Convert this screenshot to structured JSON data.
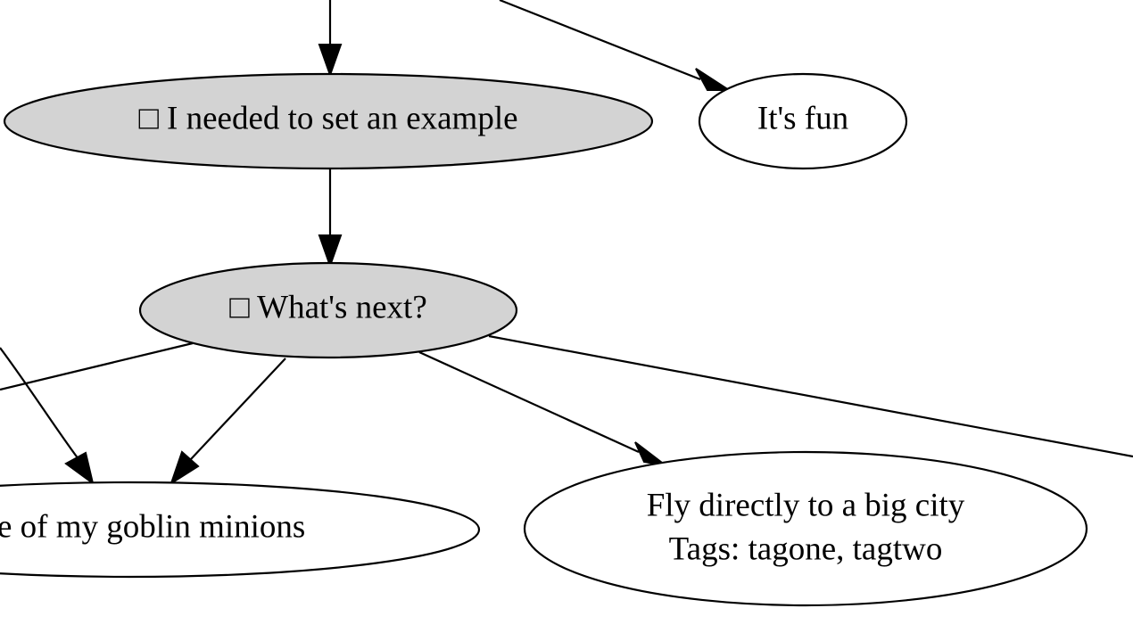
{
  "nodes": {
    "example": {
      "label": "□ I needed to set an example",
      "fill": "#d3d3d3"
    },
    "fun": {
      "label": "It's fun",
      "fill": "#ffffff"
    },
    "next": {
      "label": "□ What's next?",
      "fill": "#d3d3d3"
    },
    "goblin": {
      "label": "one of my goblin minions",
      "fill": "#ffffff"
    },
    "fly": {
      "line1": "Fly directly to a big city",
      "line2": "Tags: tagone, tagtwo",
      "fill": "#ffffff"
    }
  },
  "edges": [
    {
      "from": "offscreen-top",
      "to": "example"
    },
    {
      "from": "offscreen-top",
      "to": "fun"
    },
    {
      "from": "example",
      "to": "next"
    },
    {
      "from": "offscreen-left",
      "to": "goblin"
    },
    {
      "from": "next",
      "to": "goblin"
    },
    {
      "from": "next",
      "to": "fly"
    },
    {
      "from": "next",
      "to": "offscreen-left"
    },
    {
      "from": "next",
      "to": "offscreen-right"
    }
  ],
  "colors": {
    "stroke": "#000000",
    "visited_fill": "#d3d3d3",
    "default_fill": "#ffffff"
  }
}
